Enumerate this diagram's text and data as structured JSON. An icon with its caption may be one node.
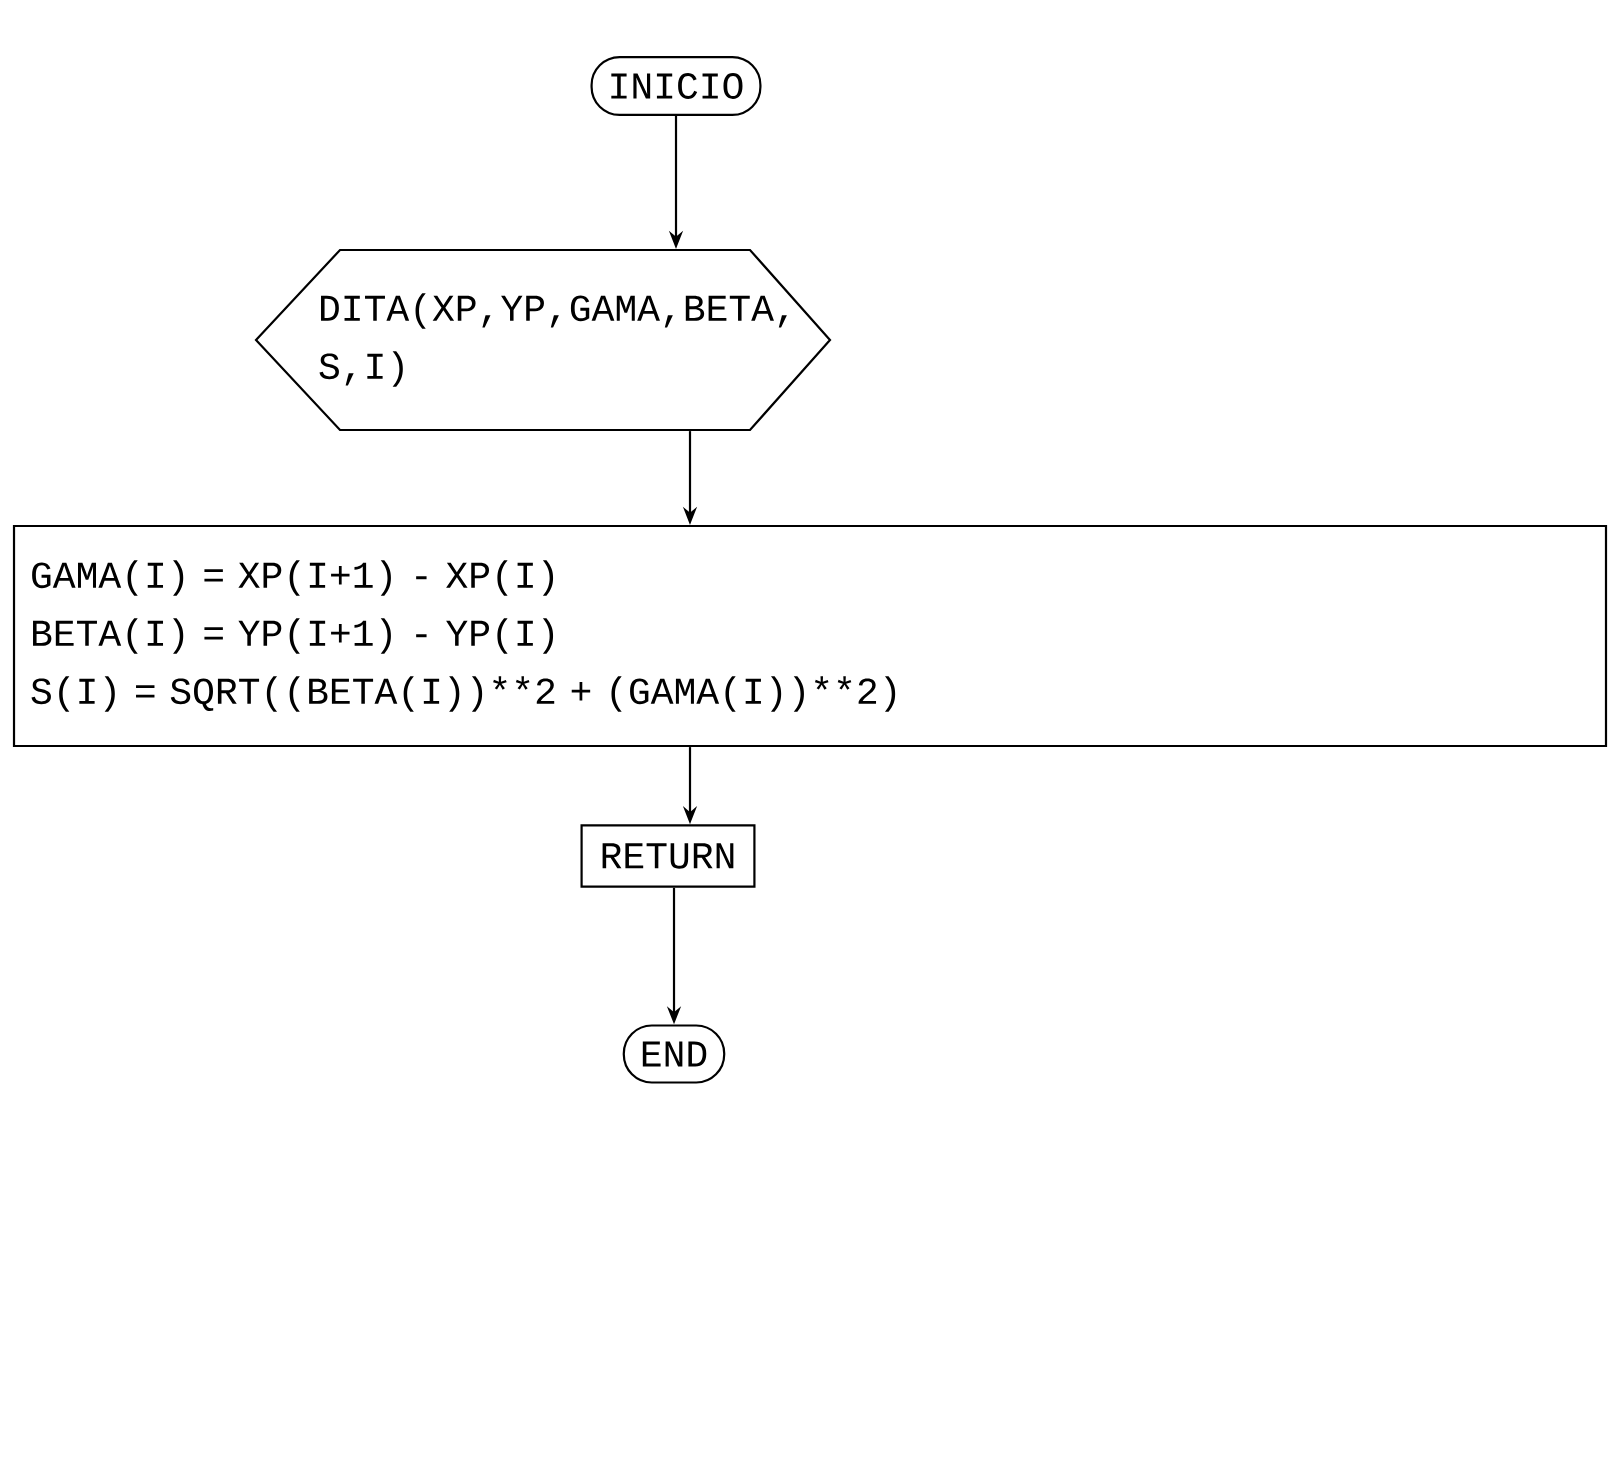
{
  "diagram": {
    "nodes": [
      {
        "text": [
          "INICIO"
        ]
      },
      {
        "text": [
          "DITA(XP,YP,GAMA,BETA, S,I)"
        ]
      },
      {
        "text": [
          "GAMA(I) = XP(I+1) - XP(I)",
          "BETA(I) = YP(I+1) - YP(I)",
          "S(I) = SQRT((BETA(I))**2 +",
          "(GAMA(I))**2)"
        ]
      },
      {
        "text": [
          "RETURN"
        ]
      },
      {
        "text": [
          "END"
        ]
      }
    ],
    "edges": [
      {
        "from": 0,
        "to": 1,
        "arrow": "to"
      },
      {
        "from": 1,
        "to": 2,
        "arrow": "to"
      },
      {
        "from": 2,
        "to": 3,
        "arrow": "to"
      },
      {
        "from": 3,
        "to": 4,
        "arrow": "to"
      }
    ]
  }
}
